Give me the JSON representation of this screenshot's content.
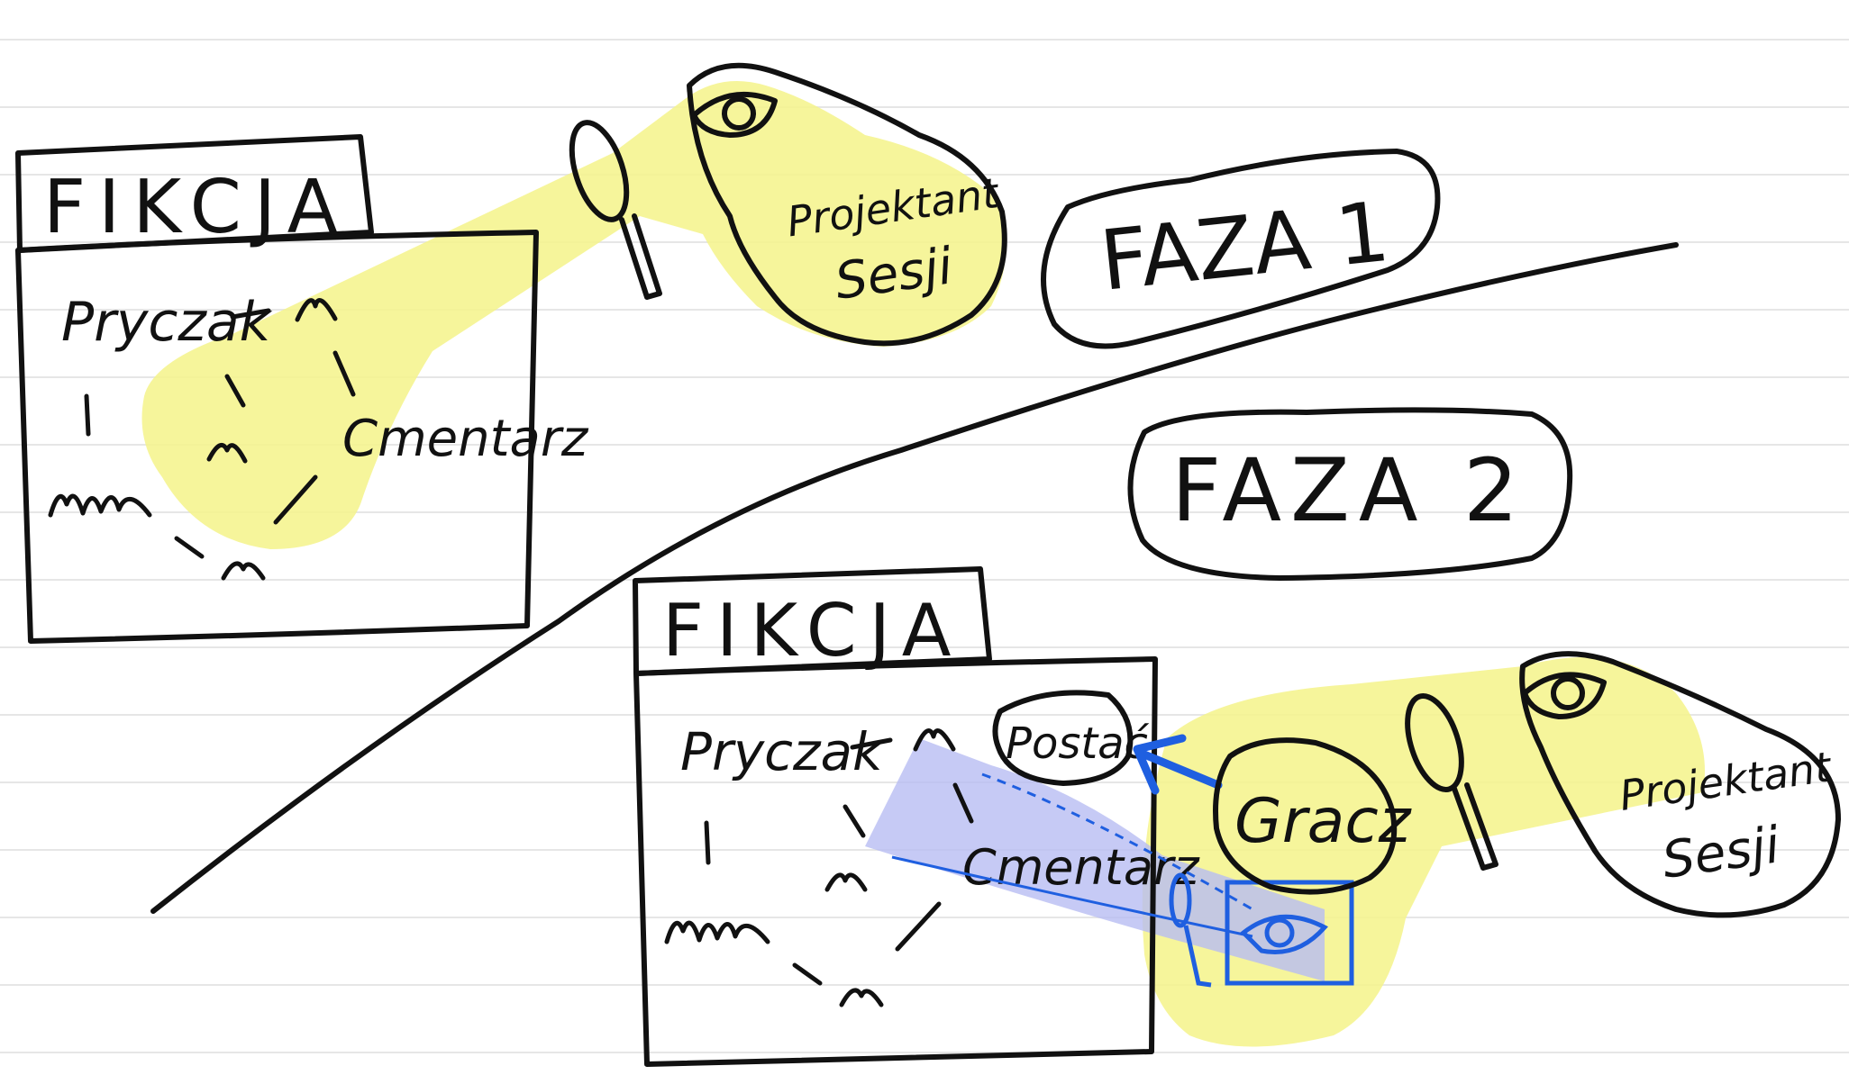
{
  "colors": {
    "paper": "#ffffff",
    "rule_line": "#e6e6e6",
    "ink": "#111111",
    "highlight_yellow": "#f5f38a",
    "phase_red": "#f08080",
    "player_blue": "#c9cbf5",
    "beam_blue": "#b8bdf3",
    "pen_blue": "#1f5fe0"
  },
  "phase1": {
    "label": "FAZA 1",
    "fiction_box": {
      "title": "FIKCJA",
      "location_a": "Pryczak",
      "location_b": "Cmentarz"
    },
    "designer": {
      "line1": "Projektant",
      "line2": "Sesji",
      "icon": "eye-icon",
      "tool_icon": "magnifier-icon"
    }
  },
  "phase2": {
    "label": "FAZA 2",
    "fiction_box": {
      "title": "FIKCJA",
      "location_a": "Pryczak",
      "location_b": "Cmentarz",
      "character": "Postać"
    },
    "player": {
      "label": "Gracz",
      "icon": "eye-icon",
      "tool_icon": "magnifier-icon"
    },
    "designer": {
      "line1": "Projektant",
      "line2": "Sesji",
      "icon": "eye-icon",
      "tool_icon": "magnifier-icon"
    }
  }
}
